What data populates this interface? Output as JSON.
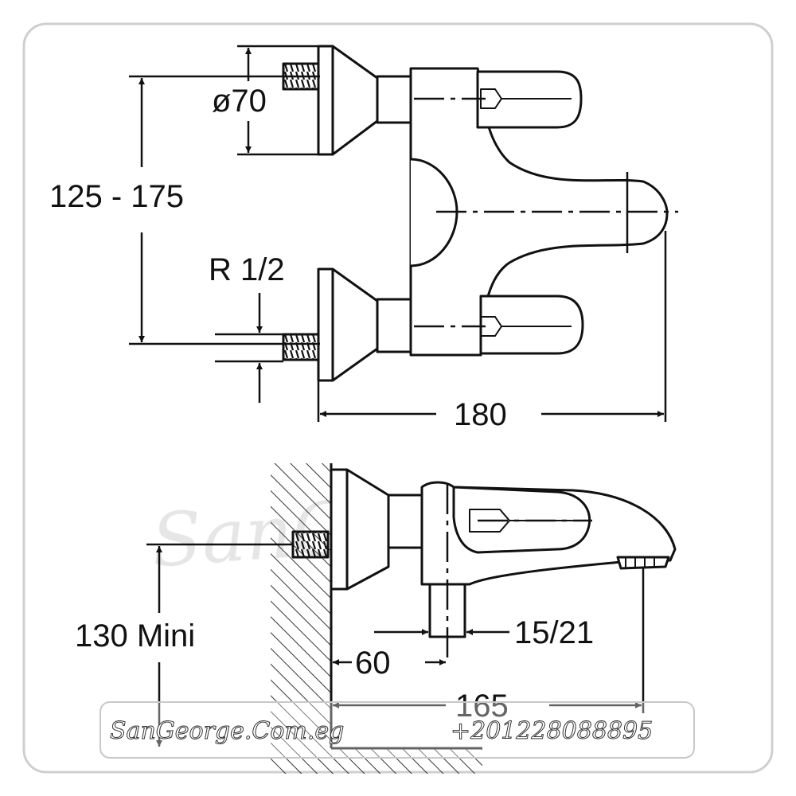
{
  "diagram": {
    "top_view": {
      "dim_flange_diameter": "ø70",
      "dim_inlet_spacing": "125 - 175",
      "dim_thread": "R 1/2",
      "dim_total_width": "180"
    },
    "side_view": {
      "dim_min_height": "130 Mini",
      "dim_outlet": "15/21",
      "dim_wall_offset": "60",
      "dim_spout_reach": "165"
    }
  },
  "watermark": {
    "brand": "SanGeorge",
    "website": "SanGeorge.Com.eg",
    "phone": "+201228088895"
  }
}
